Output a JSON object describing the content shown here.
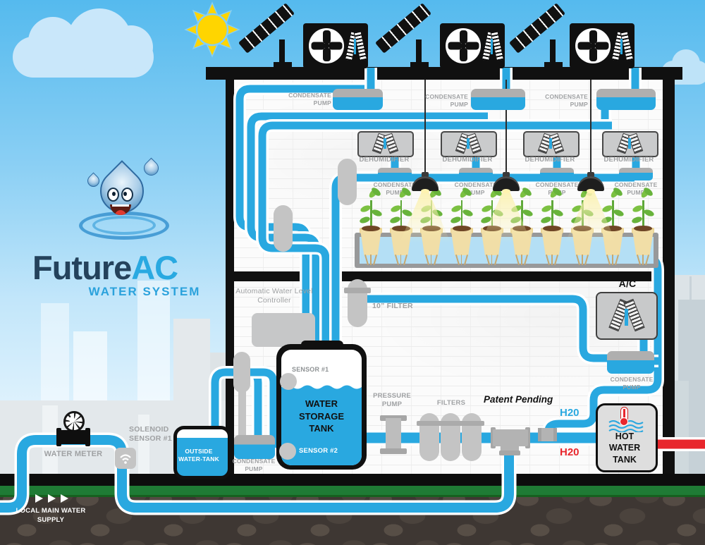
{
  "logo": {
    "brand": "Future",
    "brand_accent": "AC",
    "subtitle": "WATER SYSTEM"
  },
  "labels": {
    "condensate_pump": "CONDENSATE PUMP",
    "dehumidifier": "DEHUMIDIFIER",
    "ac_unit": "A/C",
    "auto_water_level_controller": "Automatic Water Level Controller",
    "filter_10in": "10” FILTER",
    "sensor_1": "SENSOR #1",
    "sensor_2": "SENSOR #2",
    "water_storage_tank": "WATER STORAGE TANK",
    "pressure_pump": "PRESSURE PUMP",
    "filters": "FILTERS",
    "patent_pending": "Patent Pending",
    "h2o_cold": "H20",
    "h2o_hot": "H20",
    "hot_water_tank": "HOT WATER TANK",
    "water_meter": "WATER METER",
    "solenoid_sensor_1": "SOLENOID SENSOR #1",
    "outside_water_tank": "OUTSIDE WATER-TANK",
    "local_main_water_supply": "LOCAL MAIN WATER SUPPLY"
  },
  "colors": {
    "pipe_blue": "#29A8E0",
    "hot_red": "#E8262C",
    "grass_green": "#1F7B35",
    "sun_yellow": "#FFD500",
    "label_gray": "#9FA1A3"
  },
  "counts": {
    "plants": 10,
    "grow_lamps": 3,
    "dehumidifier_units": 4,
    "rooftop_ac_units": 3,
    "solar_panels": 3,
    "inline_filters": 3,
    "condensate_pumps": 9
  }
}
